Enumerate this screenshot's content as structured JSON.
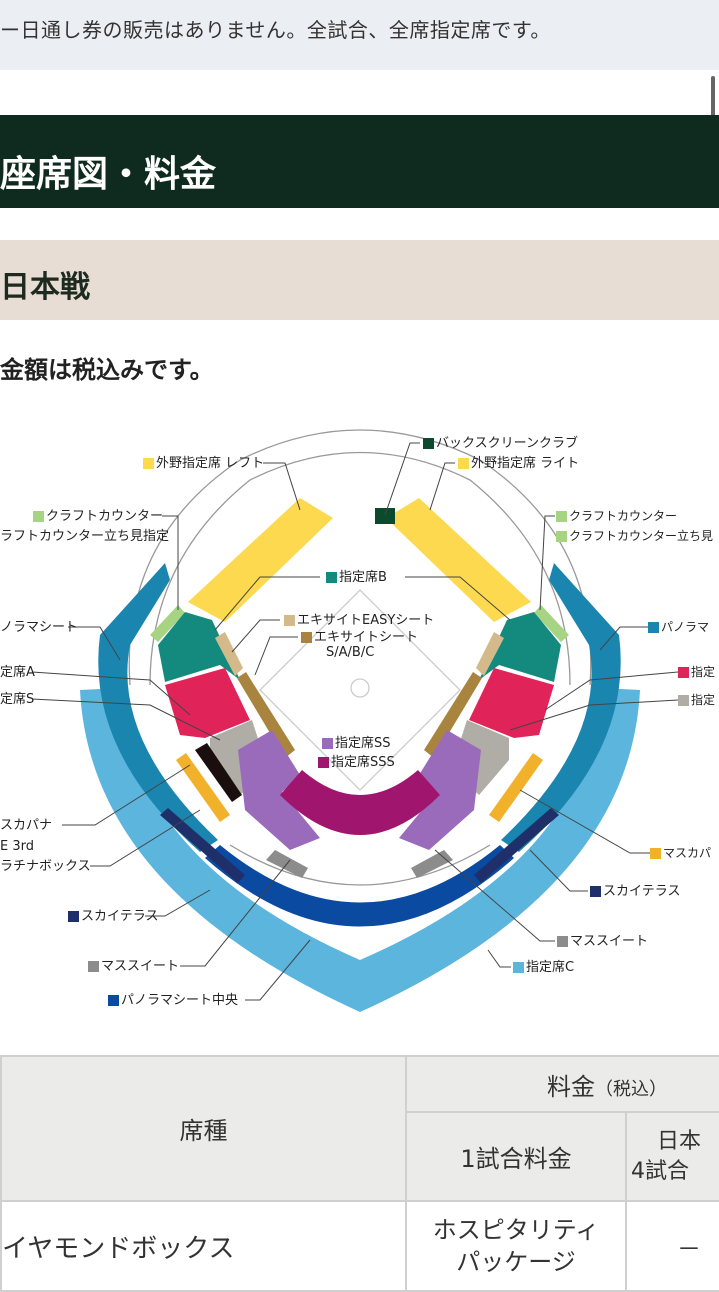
{
  "notice": "ー日通し券の販売はありません。全試合、全席指定席です。",
  "section_title": "座席図・料金",
  "subsection_title": "日本戦",
  "tax_note": "金額は税込みです。",
  "map": {
    "labels": {
      "outfield_left": "外野指定席 レフト",
      "craft_left": "クラフトカウンター",
      "craft_stand_left": "ラフトカウンター立ち見指定",
      "panorama_left": "ノラマシート",
      "a_left": "定席A",
      "s_left": "定席S",
      "skapa_left": "スカパナ",
      "e3rd_left": "E 3rd",
      "platinum_left": "ラチナボックス",
      "sky_left": "スカイテラス",
      "mass_left": "マススイート",
      "panorama_center": "パノラマシート中央",
      "backscreen": "バックスクリーンクラブ",
      "outfield_right": "外野指定席 ライト",
      "b": "指定席B",
      "easy": "エキサイトEASYシート",
      "excite": "エキサイトシート",
      "excite_sub": "S/A/B/C",
      "ss": "指定席SS",
      "sss": "指定席SSS",
      "craft_right": "クラフトカウンター",
      "craft_stand_right": "クラフトカウンター立ち見",
      "panorama_right": "パノラマ",
      "a_right": "指定",
      "s_right": "指定",
      "skapa_right": "マスカパ",
      "sky_right": "スカイテラス",
      "mass_right": "マススイート",
      "c": "指定席C"
    },
    "colors": {
      "outfield": "#fdd94f",
      "craft": "#a6d483",
      "b": "#148a7e",
      "a": "#e0245a",
      "s": "#b0aca6",
      "ss": "#9b6bbb",
      "sss": "#a0166e",
      "easy": "#d4b98a",
      "excite": "#a8843e",
      "panorama": "#1a86b0",
      "panorama_center": "#0a4aa0",
      "sky": "#1e2f6a",
      "mass": "#8c8c8c",
      "c": "#5bb5dd",
      "skapa": "#f2b12b",
      "backscreen": "#0b4a2d",
      "platinum": "#1a0e0e"
    }
  },
  "table": {
    "header_seat": "席種",
    "header_price": "料金",
    "header_price_note": "（税込）",
    "header_single": "1試合料金",
    "header_multi_1": "日本",
    "header_multi_2": "4試合",
    "rows": [
      {
        "seat": "イヤモンドボックス",
        "single_1": "ホスピタリティ",
        "single_2": "パッケージ",
        "multi": "－"
      }
    ]
  }
}
